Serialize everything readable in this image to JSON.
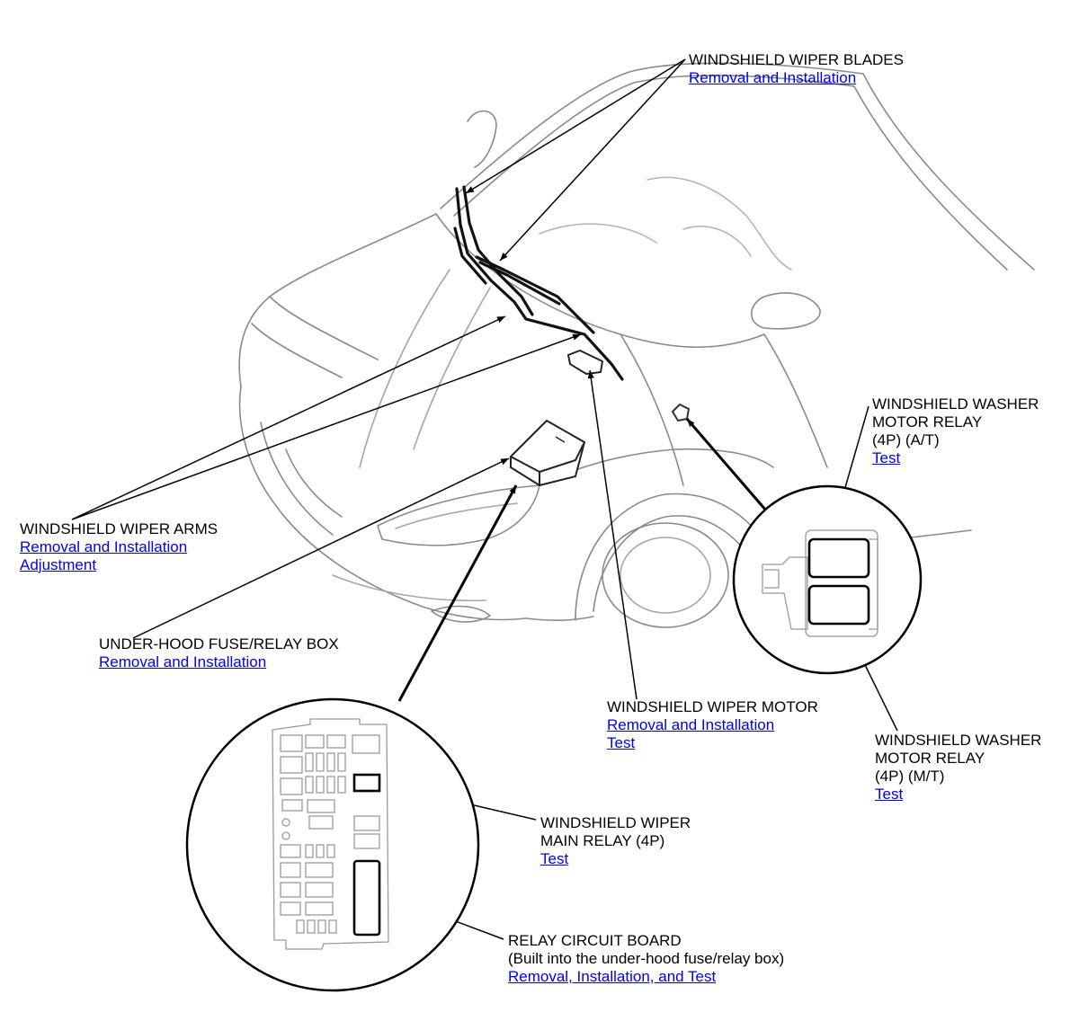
{
  "callouts": {
    "wiper_blades": {
      "title": "WINDSHIELD WIPER BLADES",
      "links": [
        "Removal and Installation"
      ]
    },
    "wiper_arms": {
      "title": "WINDSHIELD WIPER ARMS",
      "links": [
        "Removal and Installation",
        "Adjustment"
      ]
    },
    "fuse_box": {
      "title": "UNDER-HOOD FUSE/RELAY BOX",
      "links": [
        "Removal and Installation"
      ]
    },
    "wiper_motor": {
      "title": "WINDSHIELD WIPER MOTOR",
      "links": [
        "Removal and Installation",
        "Test"
      ]
    },
    "washer_relay_at": {
      "lines": [
        "WINDSHIELD WASHER",
        "MOTOR RELAY",
        "(4P) (A/T)"
      ],
      "links": [
        "Test"
      ]
    },
    "washer_relay_mt": {
      "lines": [
        "WINDSHIELD WASHER",
        "MOTOR RELAY",
        "(4P) (M/T)"
      ],
      "links": [
        "Test"
      ]
    },
    "wiper_main_relay": {
      "lines": [
        "WINDSHIELD WIPER",
        "MAIN RELAY (4P)"
      ],
      "links": [
        "Test"
      ]
    },
    "relay_circuit_board": {
      "lines": [
        "RELAY CIRCUIT BOARD",
        "(Built into the under-hood fuse/relay box)"
      ],
      "links": [
        "Removal, Installation, and Test"
      ]
    }
  },
  "colors": {
    "link": "#0000ee",
    "line": "#000000",
    "car_outline": "#8a8a8a"
  }
}
